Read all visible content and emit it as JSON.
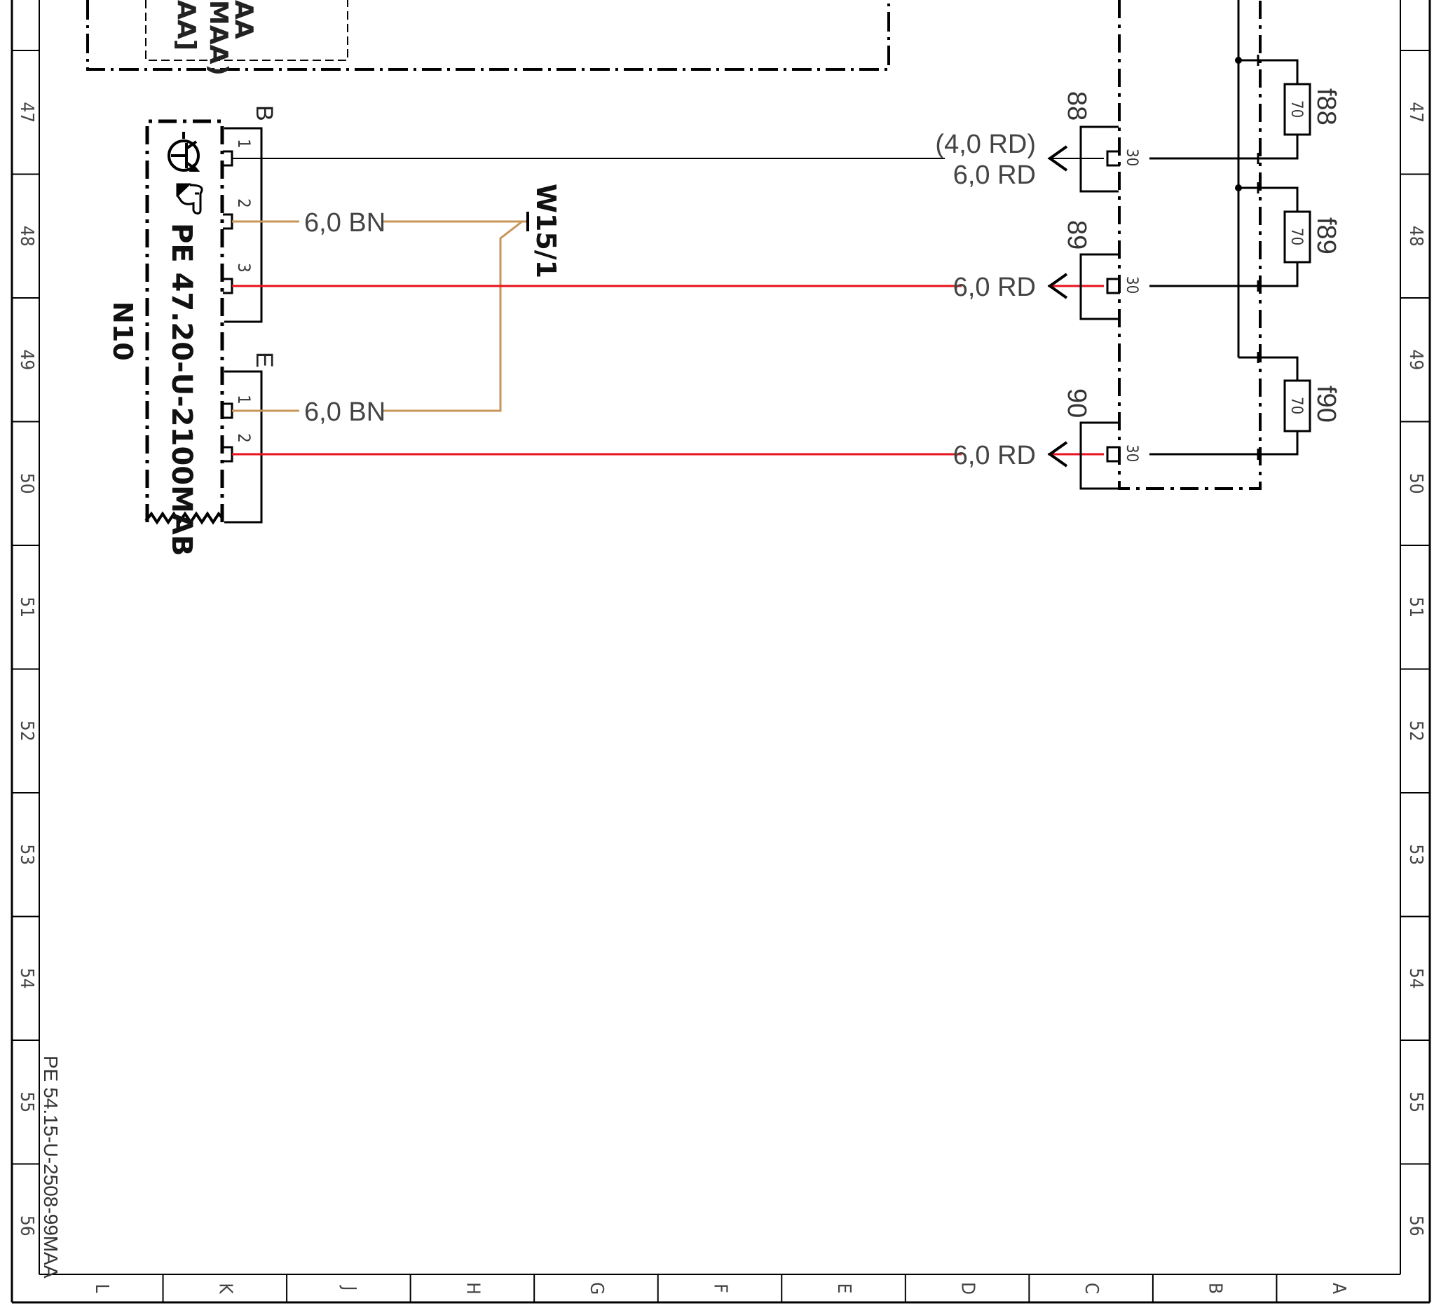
{
  "border": {
    "row_numbers": [
      "47",
      "48",
      "49",
      "50",
      "51",
      "52",
      "53",
      "54",
      "55",
      "56"
    ],
    "col_letters": [
      "L",
      "K",
      "J",
      "H",
      "G",
      "F",
      "E",
      "D",
      "C",
      "B",
      "A"
    ]
  },
  "top_module": {
    "label_lines": [
      "AA",
      "MAA)",
      "AA]"
    ]
  },
  "connector_n10": {
    "name": "N10",
    "ref": "PE 47.20-U-2100MAB",
    "block_b": {
      "label": "B",
      "pins": [
        "1",
        "2",
        "3"
      ]
    },
    "block_e": {
      "label": "E",
      "pins": [
        "1",
        "2"
      ]
    }
  },
  "ground_point": {
    "label": "W15/1"
  },
  "wires": {
    "bn_1": "6,0 BN",
    "bn_2": "6,0 BN",
    "w88_top": "(4,0 RD)",
    "w88_bottom": "6,0 RD",
    "w89": "6,0 RD",
    "w90": "6,0 RD"
  },
  "terminals": {
    "t88": {
      "label": "88",
      "pin": "30"
    },
    "t89": {
      "label": "89",
      "pin": "30"
    },
    "t90": {
      "label": "90",
      "pin": "30"
    }
  },
  "fuses": [
    {
      "label": "f88",
      "rating": "70"
    },
    {
      "label": "f89",
      "rating": "70"
    },
    {
      "label": "f90",
      "rating": "70"
    }
  ],
  "sheet_ref": "PE 54.15-U-2508-99MAA",
  "colors": {
    "red_wire": "#e8121c",
    "brown_wire": "#c8955a",
    "ink": "#000000",
    "text": "#444444"
  }
}
